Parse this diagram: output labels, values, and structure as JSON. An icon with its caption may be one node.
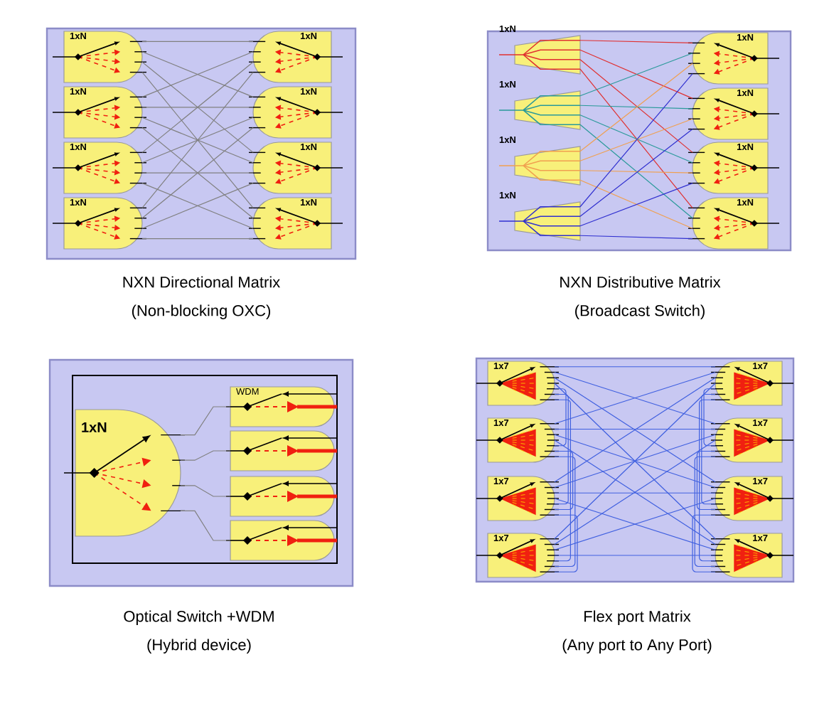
{
  "diagram": {
    "nodes": [
      {
        "text": [
          "NXN Directional Matrix",
          "(Non-blocking OXC)"
        ]
      },
      {
        "text": [
          "1xN"
        ],
        "in": 0
      },
      {
        "text": [
          "1xN"
        ],
        "in": 0
      },
      {
        "text": [
          "1xN"
        ],
        "in": 0
      },
      {
        "text": [
          "1xN"
        ],
        "in": 0
      },
      {
        "text": [
          "1xN"
        ],
        "in": 0
      },
      {
        "text": [
          "1xN"
        ],
        "in": 0
      },
      {
        "text": [
          "1xN"
        ],
        "in": 0
      },
      {
        "text": [
          "1xN"
        ],
        "in": 0
      },
      {
        "text": [
          "NXN Distributive Matrix",
          "(Broadcast Switch)"
        ]
      },
      {
        "text": [
          "1xN"
        ],
        "in": 9
      },
      {
        "text": [
          "1xN"
        ],
        "in": 9
      },
      {
        "text": [
          "1xN"
        ],
        "in": 9
      },
      {
        "text": [
          "1xN"
        ],
        "in": 9
      },
      {
        "text": [
          "1xN"
        ],
        "in": 9
      },
      {
        "text": [
          "1xN"
        ],
        "in": 9
      },
      {
        "text": [
          "1xN"
        ],
        "in": 9
      },
      {
        "text": [
          "1xN"
        ],
        "in": 9
      },
      {
        "text": [
          "Optical Switch +WDM",
          "(Hybrid device)"
        ]
      },
      {
        "text": [
          "1xN"
        ],
        "in": 18
      },
      {
        "text": [
          "WDM"
        ],
        "in": 18
      },
      {
        "text": [],
        "shape": "box",
        "in": 18
      },
      {
        "text": [],
        "shape": "box",
        "in": 18
      },
      {
        "text": [],
        "shape": "box",
        "in": 18
      },
      {
        "text": [
          "Flex port Matrix",
          "(Any port to Any Port)"
        ]
      },
      {
        "text": [
          "1x7"
        ],
        "in": 24
      },
      {
        "text": [
          "1x7"
        ],
        "in": 24
      },
      {
        "text": [
          "1x7"
        ],
        "in": 24
      },
      {
        "text": [
          "1x7"
        ],
        "in": 24
      },
      {
        "text": [
          "1x7"
        ],
        "in": 24
      },
      {
        "text": [
          "1x7"
        ],
        "in": 24
      },
      {
        "text": [
          "1x7"
        ],
        "in": 24
      },
      {
        "text": [
          "1x7"
        ],
        "in": 24
      }
    ],
    "edges": [
      {
        "from": 1,
        "to": 5,
        "arrow": "none",
        "color": "#808080"
      },
      {
        "from": 1,
        "to": 6,
        "arrow": "none",
        "color": "#808080"
      },
      {
        "from": 1,
        "to": 7,
        "arrow": "none",
        "color": "#808080"
      },
      {
        "from": 1,
        "to": 8,
        "arrow": "none",
        "color": "#808080"
      },
      {
        "from": 2,
        "to": 5,
        "arrow": "none",
        "color": "#808080"
      },
      {
        "from": 2,
        "to": 6,
        "arrow": "none",
        "color": "#808080"
      },
      {
        "from": 2,
        "to": 7,
        "arrow": "none",
        "color": "#808080"
      },
      {
        "from": 2,
        "to": 8,
        "arrow": "none",
        "color": "#808080"
      },
      {
        "from": 3,
        "to": 5,
        "arrow": "none",
        "color": "#808080"
      },
      {
        "from": 3,
        "to": 6,
        "arrow": "none",
        "color": "#808080"
      },
      {
        "from": 3,
        "to": 7,
        "arrow": "none",
        "color": "#808080"
      },
      {
        "from": 3,
        "to": 8,
        "arrow": "none",
        "color": "#808080"
      },
      {
        "from": 4,
        "to": 5,
        "arrow": "none",
        "color": "#808080"
      },
      {
        "from": 4,
        "to": 6,
        "arrow": "none",
        "color": "#808080"
      },
      {
        "from": 4,
        "to": 7,
        "arrow": "none",
        "color": "#808080"
      },
      {
        "from": 4,
        "to": 8,
        "arrow": "none",
        "color": "#808080"
      },
      {
        "from": 10,
        "to": 14,
        "arrow": "none",
        "color": "#e03030"
      },
      {
        "from": 10,
        "to": 15,
        "arrow": "none",
        "color": "#e03030"
      },
      {
        "from": 10,
        "to": 16,
        "arrow": "none",
        "color": "#e03030"
      },
      {
        "from": 10,
        "to": 17,
        "arrow": "none",
        "color": "#e03030"
      },
      {
        "from": 11,
        "to": 14,
        "arrow": "none",
        "color": "#2a9a9a"
      },
      {
        "from": 11,
        "to": 15,
        "arrow": "none",
        "color": "#2a9a9a"
      },
      {
        "from": 11,
        "to": 16,
        "arrow": "none",
        "color": "#2a9a9a"
      },
      {
        "from": 11,
        "to": 17,
        "arrow": "none",
        "color": "#2a9a9a"
      },
      {
        "from": 12,
        "to": 14,
        "arrow": "none",
        "color": "#f0a050"
      },
      {
        "from": 12,
        "to": 15,
        "arrow": "none",
        "color": "#f0a050"
      },
      {
        "from": 12,
        "to": 16,
        "arrow": "none",
        "color": "#f0a050"
      },
      {
        "from": 12,
        "to": 17,
        "arrow": "none",
        "color": "#f0a050"
      },
      {
        "from": 13,
        "to": 14,
        "arrow": "none",
        "color": "#3030d0"
      },
      {
        "from": 13,
        "to": 15,
        "arrow": "none",
        "color": "#3030d0"
      },
      {
        "from": 13,
        "to": 16,
        "arrow": "none",
        "color": "#3030d0"
      },
      {
        "from": 13,
        "to": 17,
        "arrow": "none",
        "color": "#3030d0"
      },
      {
        "from": 19,
        "to": 20,
        "arrow": "none",
        "color": "#808080"
      },
      {
        "from": 19,
        "to": 21,
        "arrow": "none",
        "color": "#808080"
      },
      {
        "from": 19,
        "to": 22,
        "arrow": "none",
        "color": "#808080"
      },
      {
        "from": 19,
        "to": 23,
        "arrow": "none",
        "color": "#808080"
      },
      {
        "from": 25,
        "to": 29,
        "arrow": "none",
        "color": "#4060e0"
      },
      {
        "from": 25,
        "to": 30,
        "arrow": "none",
        "color": "#4060e0"
      },
      {
        "from": 25,
        "to": 31,
        "arrow": "none",
        "color": "#4060e0"
      },
      {
        "from": 25,
        "to": 32,
        "arrow": "none",
        "color": "#4060e0"
      },
      {
        "from": 26,
        "to": 29,
        "arrow": "none",
        "color": "#4060e0"
      },
      {
        "from": 26,
        "to": 30,
        "arrow": "none",
        "color": "#4060e0"
      },
      {
        "from": 26,
        "to": 31,
        "arrow": "none",
        "color": "#4060e0"
      },
      {
        "from": 26,
        "to": 32,
        "arrow": "none",
        "color": "#4060e0"
      },
      {
        "from": 27,
        "to": 29,
        "arrow": "none",
        "color": "#4060e0"
      },
      {
        "from": 27,
        "to": 30,
        "arrow": "none",
        "color": "#4060e0"
      },
      {
        "from": 27,
        "to": 31,
        "arrow": "none",
        "color": "#4060e0"
      },
      {
        "from": 27,
        "to": 32,
        "arrow": "none",
        "color": "#4060e0"
      },
      {
        "from": 28,
        "to": 29,
        "arrow": "none",
        "color": "#4060e0"
      },
      {
        "from": 28,
        "to": 30,
        "arrow": "none",
        "color": "#4060e0"
      },
      {
        "from": 28,
        "to": 31,
        "arrow": "none",
        "color": "#4060e0"
      },
      {
        "from": 28,
        "to": 32,
        "arrow": "none",
        "color": "#4060e0"
      },
      {
        "from": 25,
        "to": 26,
        "arrow": "none",
        "color": "#4060e0"
      },
      {
        "from": 25,
        "to": 27,
        "arrow": "none",
        "color": "#4060e0"
      },
      {
        "from": 25,
        "to": 28,
        "arrow": "none",
        "color": "#4060e0"
      },
      {
        "from": 26,
        "to": 27,
        "arrow": "none",
        "color": "#4060e0"
      },
      {
        "from": 26,
        "to": 28,
        "arrow": "none",
        "color": "#4060e0"
      },
      {
        "from": 27,
        "to": 28,
        "arrow": "none",
        "color": "#4060e0"
      },
      {
        "from": 29,
        "to": 30,
        "arrow": "none",
        "color": "#4060e0"
      },
      {
        "from": 29,
        "to": 31,
        "arrow": "none",
        "color": "#4060e0"
      },
      {
        "from": 29,
        "to": 32,
        "arrow": "none",
        "color": "#4060e0"
      },
      {
        "from": 30,
        "to": 31,
        "arrow": "none",
        "color": "#4060e0"
      },
      {
        "from": 30,
        "to": 32,
        "arrow": "none",
        "color": "#4060e0"
      },
      {
        "from": 31,
        "to": 32,
        "arrow": "none",
        "color": "#4060e0"
      }
    ]
  }
}
